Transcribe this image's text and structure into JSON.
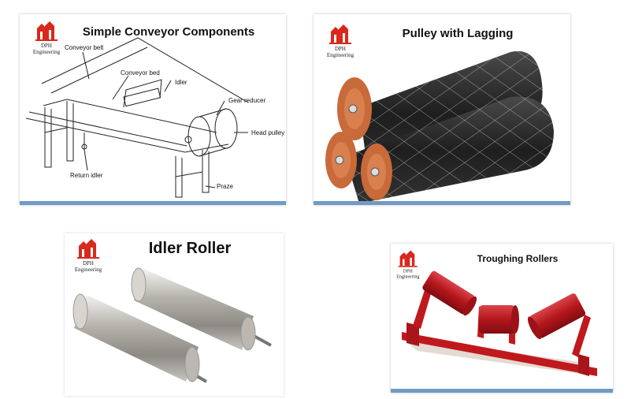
{
  "logo": {
    "line1": "DPH",
    "line2": "Engineering"
  },
  "cards": {
    "conveyor": {
      "title": "Simple Conveyor Components",
      "labels": {
        "belt": "Conveyor belt",
        "bed": "Conveyor bed",
        "idler": "Idler",
        "gear": "Gear reducer",
        "head": "Head pulley",
        "return": "Return idler",
        "praze": "Praze"
      }
    },
    "pulley": {
      "title": "Pulley with Lagging"
    },
    "idler": {
      "title": "Idler Roller"
    },
    "troughing": {
      "title": "Troughing Rollers"
    }
  },
  "colors": {
    "accent_bar": "#6f9bc4",
    "logo_red": "#d9281c",
    "roller_red": "#b4161c",
    "lagging_dark": "#2a2a2a",
    "pulley_copper": "#c96a3a"
  }
}
